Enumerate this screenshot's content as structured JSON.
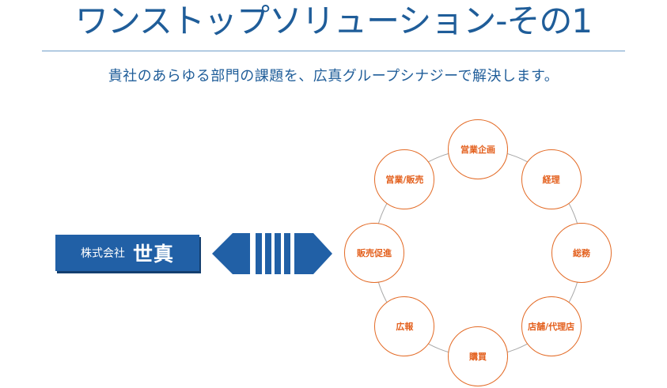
{
  "header": {
    "title": "ワンストップソリューション-その1",
    "subtitle": "貴社のあらゆる部門の課題を、広真グループシナジーで解決します。"
  },
  "company": {
    "prefix": "株式会社",
    "name": "世真"
  },
  "departments": [
    "営業企画",
    "経理",
    "総務",
    "店舗/代理店",
    "購買",
    "広報",
    "販売促進",
    "営業/販売"
  ],
  "colors": {
    "title_blue": "#1f5d99",
    "box_blue": "#2160a6",
    "node_orange": "#e36a25"
  }
}
